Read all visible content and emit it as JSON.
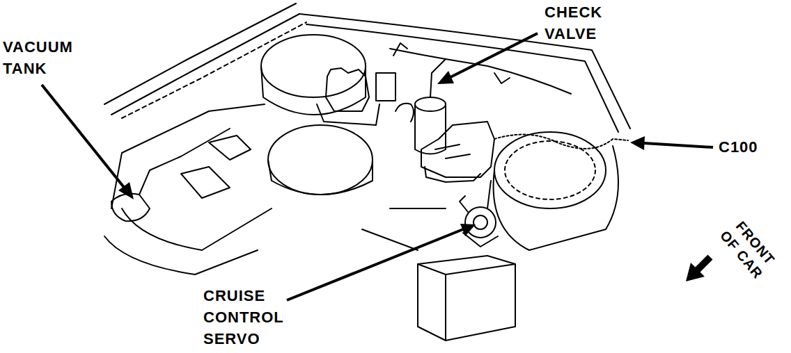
{
  "diagram": {
    "labels": [
      "VACUUM TANK",
      "CHECK VALVE",
      "C100",
      "CRUISE CONTROL SERVO",
      "FRONT OF CAR"
    ]
  }
}
